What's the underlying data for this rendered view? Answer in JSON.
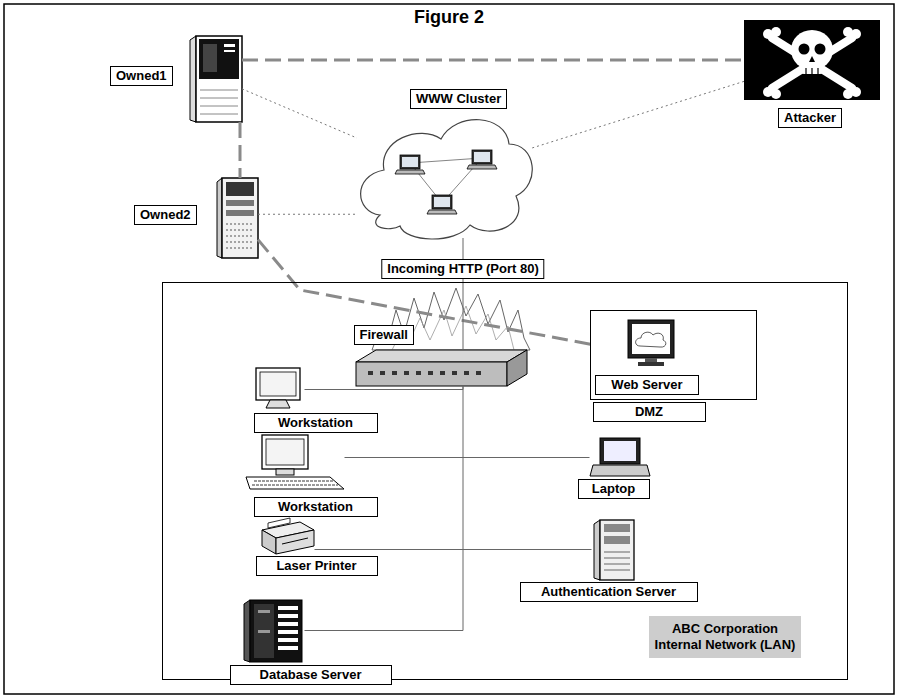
{
  "diagram": {
    "title": "Figure 2",
    "nodes": [
      {
        "text": [
          "Owned1"
        ]
      },
      {
        "text": [
          "WWW Cluster"
        ]
      },
      {
        "text": [
          "Attacker"
        ]
      },
      {
        "text": [
          "Owned2"
        ]
      },
      {
        "text": [
          "ABC Corporation Internal Network (LAN)"
        ]
      },
      {
        "text": [
          "Firewall"
        ],
        "in": 4
      },
      {
        "text": [
          "DMZ"
        ],
        "in": 4
      },
      {
        "text": [
          "Web Server"
        ],
        "in": 6
      },
      {
        "text": [
          "Workstation"
        ],
        "in": 4
      },
      {
        "text": [
          "Workstation"
        ],
        "in": 4
      },
      {
        "text": [
          "Laptop"
        ],
        "in": 4
      },
      {
        "text": [
          "Laser Printer"
        ],
        "in": 4
      },
      {
        "text": [
          "Authentication Server"
        ],
        "in": 4
      },
      {
        "text": [
          "Database Server"
        ],
        "in": 4
      }
    ],
    "edges": [
      {
        "from": 0,
        "to": 2,
        "arrow": "none"
      },
      {
        "from": 0,
        "to": 3,
        "arrow": "none"
      },
      {
        "from": 3,
        "to": 7,
        "arrow": "none"
      },
      {
        "from": 0,
        "to": 1,
        "arrow": "none"
      },
      {
        "from": 3,
        "to": 1,
        "arrow": "none"
      },
      {
        "from": 2,
        "to": 1,
        "arrow": "none"
      },
      {
        "from": 1,
        "to": 5,
        "label": "Incoming HTTP (Port 80)",
        "arrow": "none"
      },
      {
        "from": 5,
        "to": 8,
        "arrow": "none"
      },
      {
        "from": 9,
        "to": 10,
        "arrow": "none"
      },
      {
        "from": 11,
        "to": 12,
        "arrow": "none"
      },
      {
        "from": 5,
        "to": 13,
        "arrow": "none"
      }
    ]
  }
}
